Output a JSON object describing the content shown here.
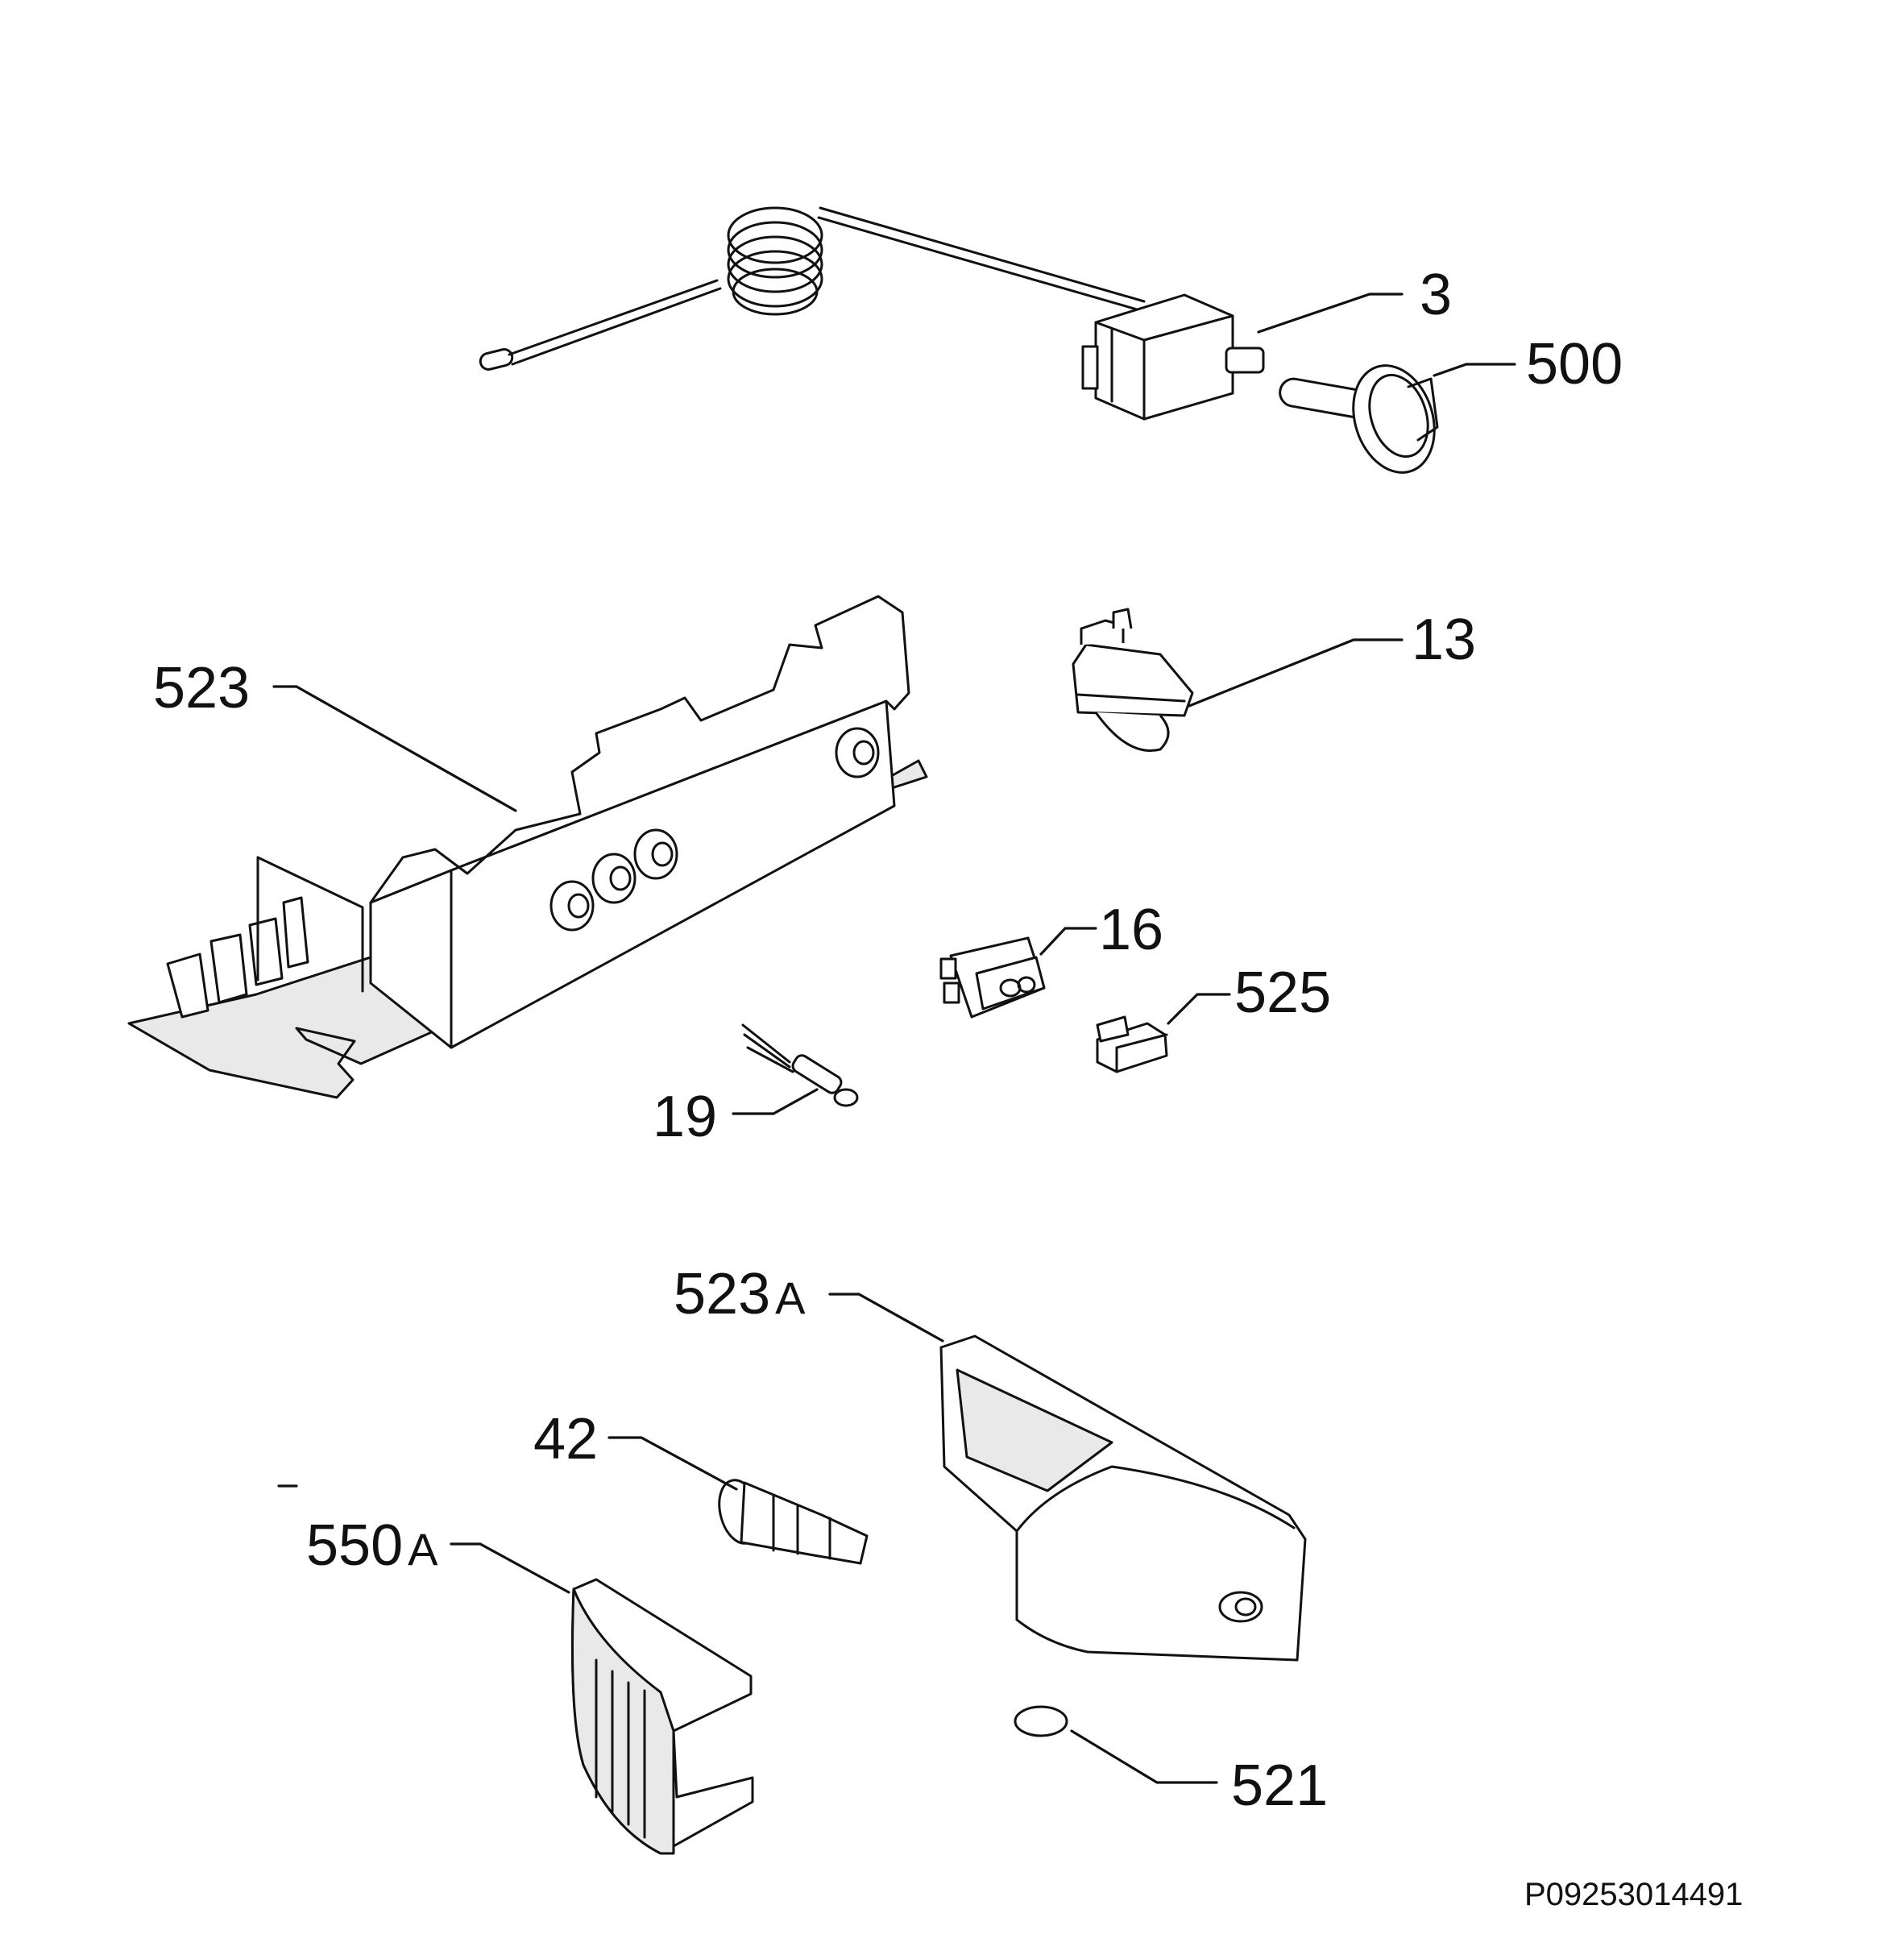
{
  "callouts": {
    "c3": "3",
    "c500": "500",
    "c13": "13",
    "c523": "523",
    "c16": "16",
    "c525": "525",
    "c19": "19",
    "c523a_num": "523",
    "c523a_suffix": "A",
    "c42": "42",
    "c550a_num": "550",
    "c550a_suffix": "A",
    "c521": "521"
  },
  "reference_code": "P09253014491"
}
